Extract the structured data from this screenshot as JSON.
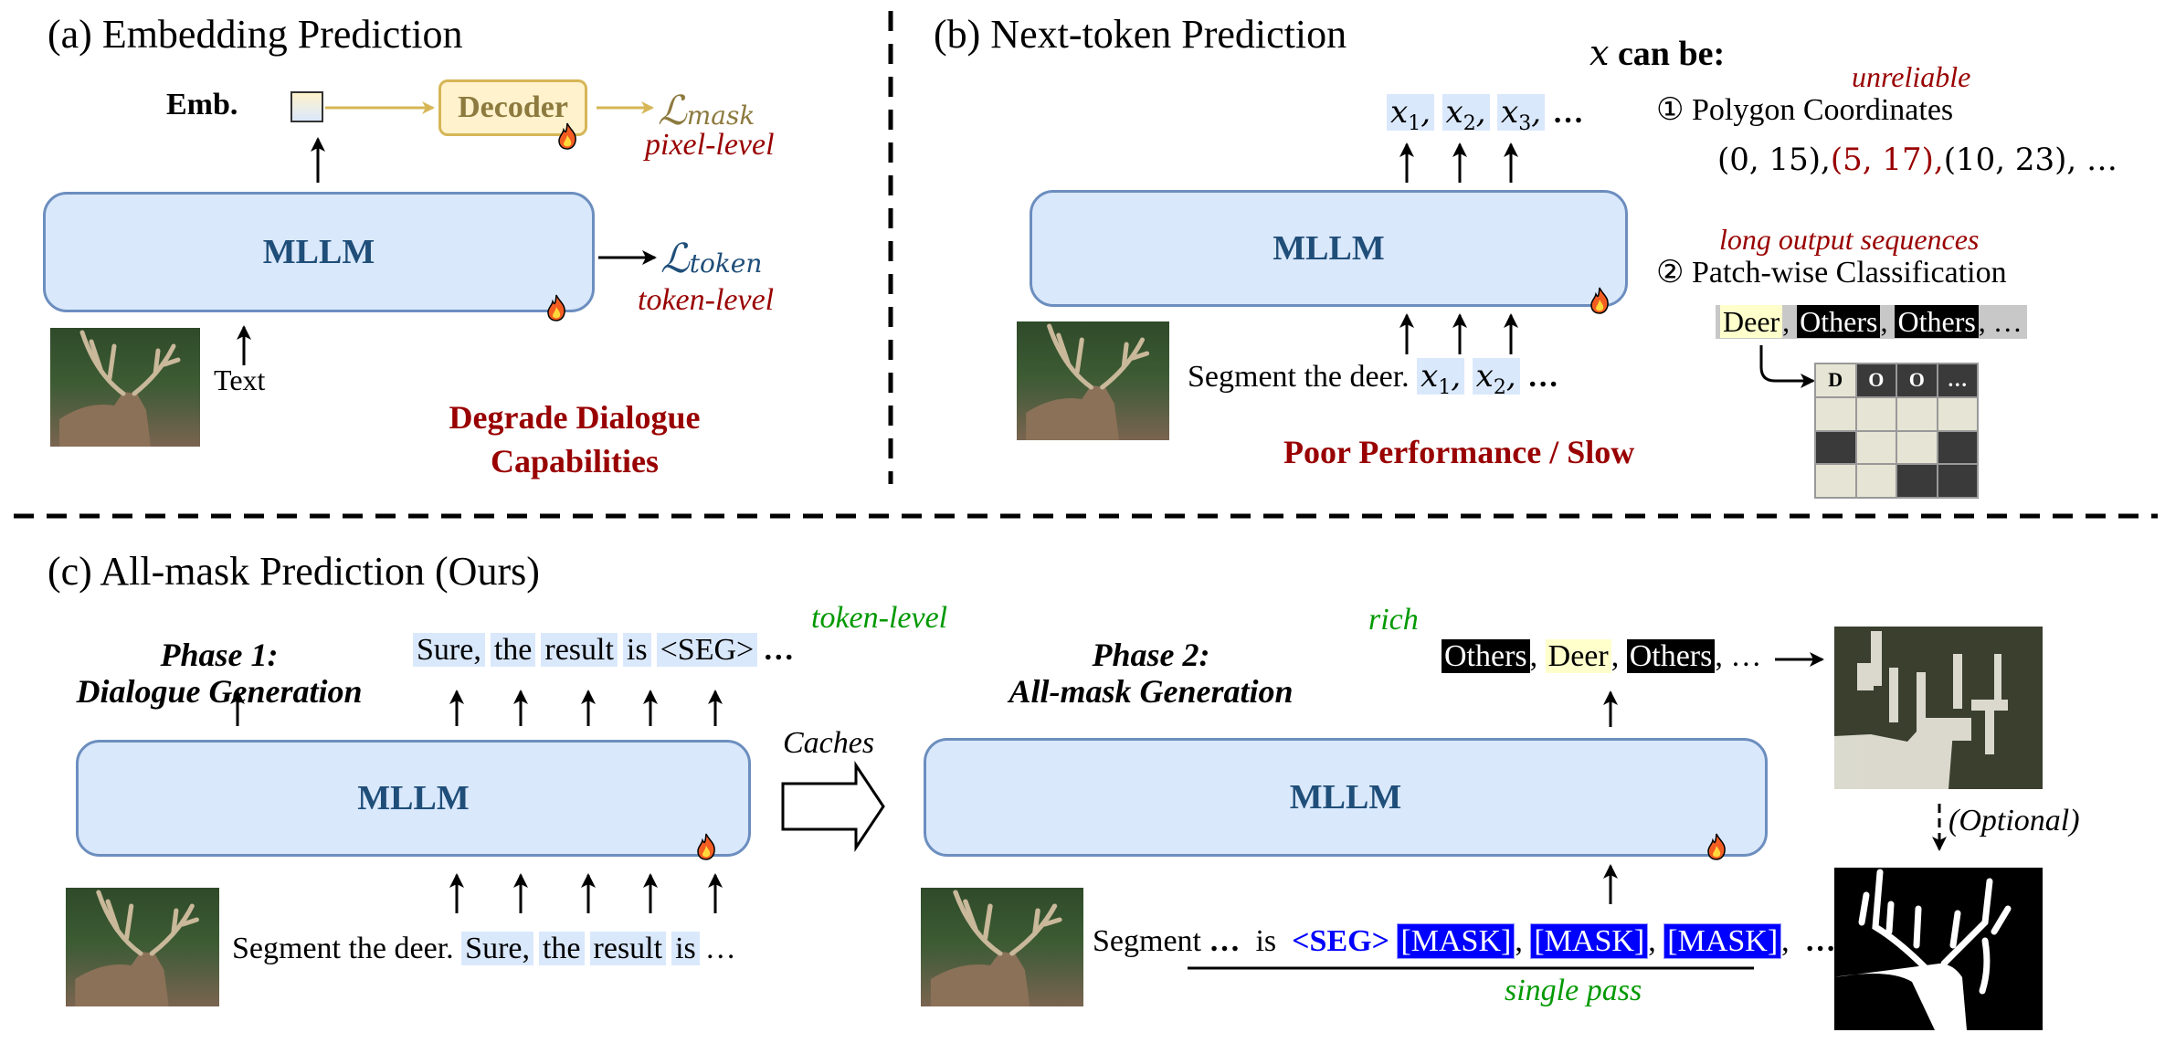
{
  "panel_a": {
    "title": "(a) Embedding Prediction",
    "emb_label": "Emb.",
    "decoder_label": "Decoder",
    "loss_mask": "ℒ",
    "loss_mask_sub": "mask",
    "pixel_level": "pixel-level",
    "mllm_label": "MLLM",
    "loss_token": "ℒ",
    "loss_token_sub": "token",
    "token_level": "token-level",
    "text_label": "Text",
    "drawback_line1": "Degrade Dialogue",
    "drawback_line2": "Capabilities"
  },
  "panel_b": {
    "title": "(b) Next-token Prediction",
    "output_tokens": [
      "x",
      "x",
      "x"
    ],
    "output_subs": [
      "1",
      "2",
      "3"
    ],
    "ellipsis": "…",
    "mllm_label": "MLLM",
    "input_text": "Segment the deer.",
    "input_tokens": [
      "x",
      "x"
    ],
    "input_subs": [
      "1",
      "2"
    ],
    "drawback": "Poor Performance / Slow",
    "x_can_be_var": "x",
    "x_can_be": "can be:",
    "option1_num": "①",
    "option1_label": "Polygon Coordinates",
    "option1_note": "unreliable",
    "coords_1": "(0, 15),",
    "coords_2": "(5, 17),",
    "coords_3": "(10, 23), …",
    "option2_num": "②",
    "option2_label": "Patch-wise Classification",
    "option2_note": "long output sequences",
    "patch_seq": [
      "Deer",
      "Others",
      "Others"
    ],
    "patch_seq_end": "…",
    "patch_grid_header": [
      "D",
      "O",
      "O",
      "…"
    ],
    "patch_grid": [
      [
        "deer",
        "other",
        "other",
        "other"
      ],
      [
        "deer",
        "deer",
        "deer",
        "deer"
      ],
      [
        "other",
        "deer",
        "deer",
        "other"
      ],
      [
        "deer",
        "deer",
        "other",
        "other"
      ]
    ]
  },
  "panel_c": {
    "title": "(c) All-mask Prediction (Ours)",
    "phase1_line1": "Phase 1:",
    "phase1_line2": "Dialogue Generation",
    "phase1_outputs": [
      "Sure,",
      "the",
      "result",
      "is",
      "<SEG>"
    ],
    "phase1_output_end": "…",
    "phase1_note": "token-level",
    "mllm1_label": "MLLM",
    "phase1_input_text": "Segment the deer.",
    "phase1_inputs": [
      "Sure,",
      "the",
      "result",
      "is"
    ],
    "phase1_input_end": "…",
    "caches_label": "Caches",
    "phase2_line1": "Phase 2:",
    "phase2_line2": "All-mask Generation",
    "phase2_note": "rich",
    "phase2_outputs": [
      "Others",
      "Deer",
      "Others"
    ],
    "phase2_output_end": "…",
    "mllm2_label": "MLLM",
    "phase2_input_text": "Segment",
    "phase2_input_ellipsis": "…",
    "phase2_input_is": "is",
    "seg_token": "<SEG>",
    "mask_tokens": [
      "[MASK]",
      "[MASK]",
      "[MASK]"
    ],
    "mask_end": "…",
    "single_pass": "single pass",
    "optional_label": "(Optional)"
  }
}
